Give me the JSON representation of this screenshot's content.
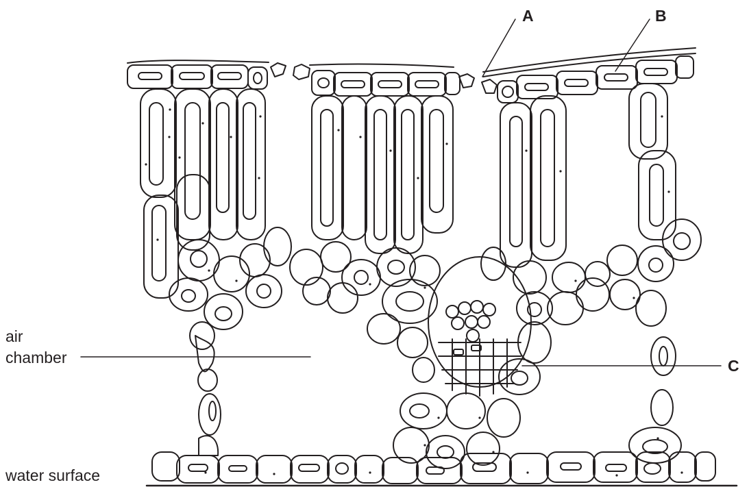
{
  "labels": {
    "a": "A",
    "b": "B",
    "c": "C",
    "air_chamber_line1": "air",
    "air_chamber_line2": "chamber",
    "water_surface": "water surface"
  },
  "colors": {
    "ink": "#231f20",
    "background": "#ffffff"
  }
}
